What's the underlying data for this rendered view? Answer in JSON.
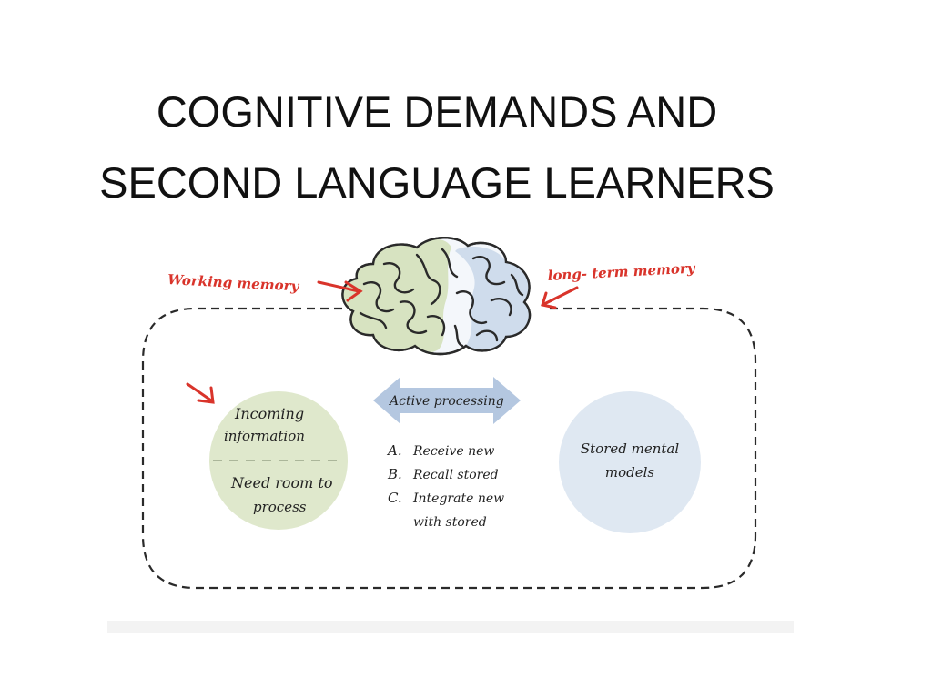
{
  "slide": {
    "title_line1": "COGNITIVE DEMANDS AND",
    "title_line2": "SECOND LANGUAGE LEARNERS"
  },
  "diagram": {
    "working_memory_label": "Working memory",
    "long_term_memory_label": "long- term memory",
    "incoming": {
      "line1": "Incoming",
      "line2": "information",
      "line3": "Need room to",
      "line4": "process"
    },
    "active_processing": "Active processing",
    "steps": [
      {
        "letter": "A.",
        "text": "Receive new"
      },
      {
        "letter": "B.",
        "text": "Recall stored"
      },
      {
        "letter": "C.",
        "text": "Integrate new"
      },
      {
        "letter": "",
        "text": "with stored"
      }
    ],
    "stored": {
      "line1": "Stored mental",
      "line2": "models"
    },
    "colors": {
      "annotation_red": "#d9342b",
      "green_circle": "#dfe8cc",
      "blue_circle": "#dfe8f2",
      "arrow_blue": "#b4c7e0",
      "ink": "#222222"
    },
    "icons": [
      "brain-icon"
    ]
  }
}
